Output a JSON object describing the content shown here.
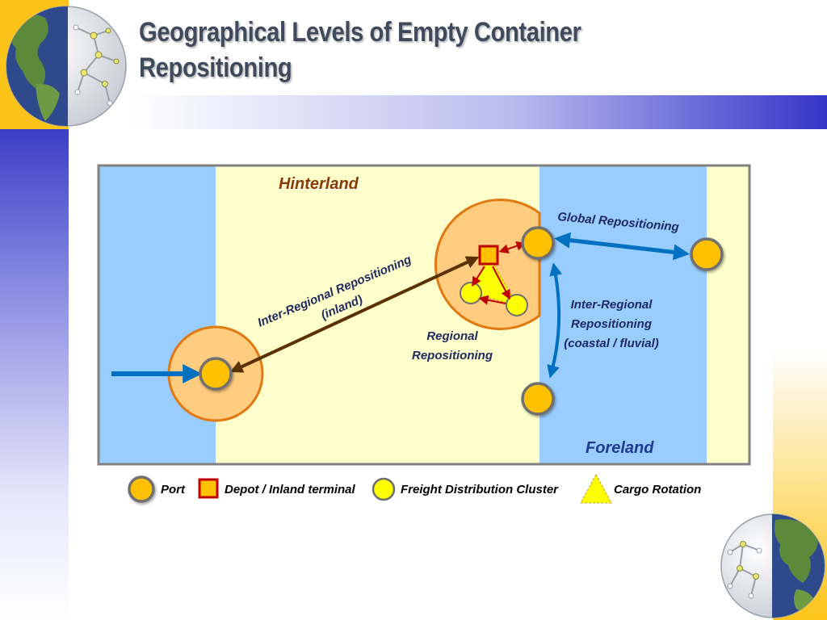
{
  "title": "Geographical Levels of Empty Container Repositioning",
  "diagram": {
    "hinterland_label": "Hinterland",
    "foreland_label": "Foreland",
    "global_repositioning": "Global Repositioning",
    "inter_regional_inland_line1": "Inter-Regional Repositioning",
    "inter_regional_inland_line2": "(inland)",
    "regional_repositioning_line1": "Regional",
    "regional_repositioning_line2": "Repositioning",
    "inter_regional_coastal_line1": "Inter-Regional",
    "inter_regional_coastal_line2": "Repositioning",
    "inter_regional_coastal_line3": "(coastal / fluvial)"
  },
  "legend": {
    "port": "Port",
    "depot": "Depot / Inland terminal",
    "cluster": "Freight Distribution Cluster",
    "rotation": "Cargo Rotation"
  },
  "colors": {
    "sea": "#99ccff",
    "hinterland": "#ffffcc",
    "port": "#ffc000",
    "port_zone": "#ffcc80",
    "zone_border": "#e07a10",
    "depot_border": "#c00000",
    "cluster": "#ffff00",
    "arrow_blue": "#0070c0",
    "arrow_brown": "#5a3200",
    "accent_yellow": "#fcc419",
    "accent_blue": "#3436c8"
  }
}
